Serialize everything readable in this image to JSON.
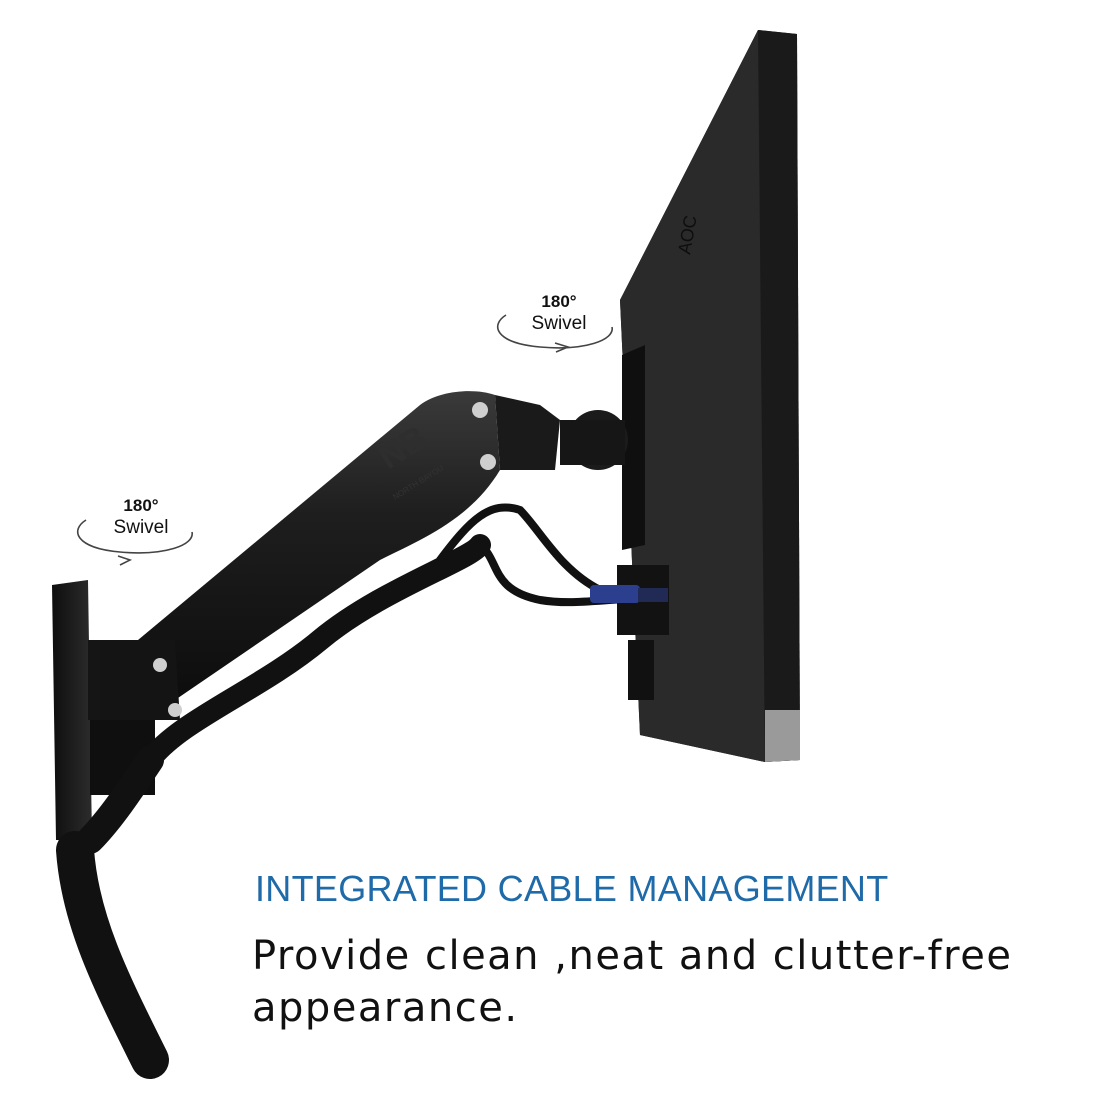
{
  "swivel_left": {
    "degrees": "180°",
    "label": "Swivel"
  },
  "swivel_right": {
    "degrees": "180°",
    "label": "Swivel"
  },
  "headline": "INTEGRATED CABLE MANAGEMENT",
  "body_text": "Provide clean ,neat and clutter-free appearance.",
  "colors": {
    "headline": "#1f6aa8",
    "arm": "#1a1a1a",
    "monitor_back": "#2b2b2b",
    "connector": "#2c3f8f"
  }
}
